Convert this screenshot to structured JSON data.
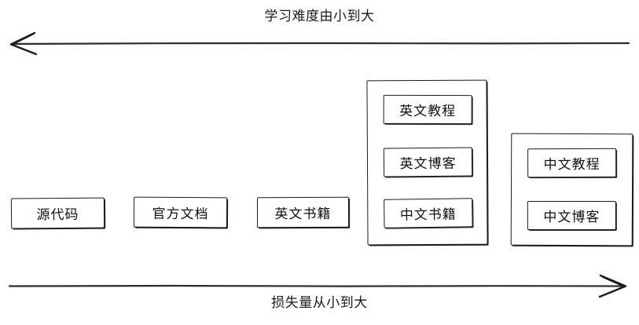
{
  "diagram": {
    "top_axis": {
      "label": "学习难度由小到大",
      "direction": "left",
      "arrow_name": "difficulty-axis-arrow"
    },
    "bottom_axis": {
      "label": "损失量从小到大",
      "direction": "right",
      "arrow_name": "loss-axis-arrow"
    },
    "nodes": [
      {
        "label": "源代码"
      },
      {
        "label": "官方文档"
      },
      {
        "label": "英文书籍"
      }
    ],
    "groups": [
      {
        "name": "english-materials-group",
        "items": [
          {
            "label": "英文教程"
          },
          {
            "label": "英文博客"
          },
          {
            "label": "中文书籍"
          }
        ]
      },
      {
        "name": "chinese-materials-group",
        "items": [
          {
            "label": "中文教程"
          },
          {
            "label": "中文博客"
          }
        ]
      }
    ],
    "colors": {
      "stroke": "#1b1b1b",
      "text": "#101010",
      "background": "#ffffff"
    }
  }
}
